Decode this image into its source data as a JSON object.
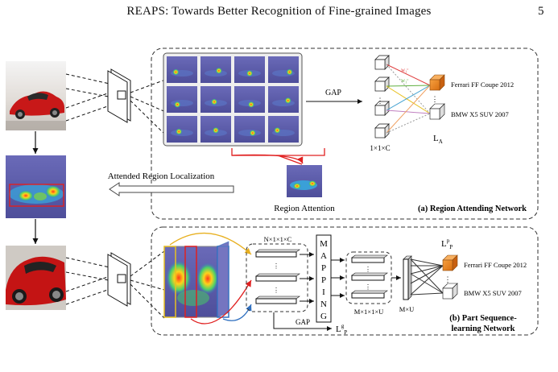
{
  "header": {
    "title": "REAPS: Towards Better Recognition of Fine-grained Images",
    "page_number": "5"
  },
  "figure": {
    "top_panel": {
      "title": "(a) Region Attending Network",
      "gap_label": "GAP",
      "feature_dim_label": "1×1×C",
      "weight_labels": [
        "w₁ᶜ",
        "w₁ᶜ"
      ],
      "class_labels": [
        "Ferrari FF Coupe 2012",
        "BMW X5 SUV 2007"
      ],
      "loss_label": "L",
      "loss_sub": "A",
      "region_attention_label": "Region Attention"
    },
    "localization_label": "Attended Region Localization",
    "bottom_panel": {
      "title_line1": "(b) Part Sequence-",
      "title_line2": "learning Network",
      "seq_dim_label": "N×1×1×C",
      "mapping_letters": [
        "M",
        "A",
        "P",
        "P",
        "I",
        "N",
        "G"
      ],
      "mapped_dim_label": "M×1×1×U",
      "concat_dim_label": "M×U",
      "gap_label": "GAP",
      "loss_p_label": "L",
      "loss_p_sup": "p",
      "loss_p_sub": "P",
      "loss_g_label": "L",
      "loss_g_sup": "g",
      "loss_g_sub": "P",
      "class_labels": [
        "Ferrari FF Coupe 2012",
        "BMW X5 SUV 2007"
      ]
    },
    "colors": {
      "heat_bg": "#5a5aa8",
      "cube_orange": "#f08a28",
      "red_arrow": "#e02020",
      "gold_arrow": "#e8b020",
      "blue_arrow": "#3070c0"
    }
  }
}
